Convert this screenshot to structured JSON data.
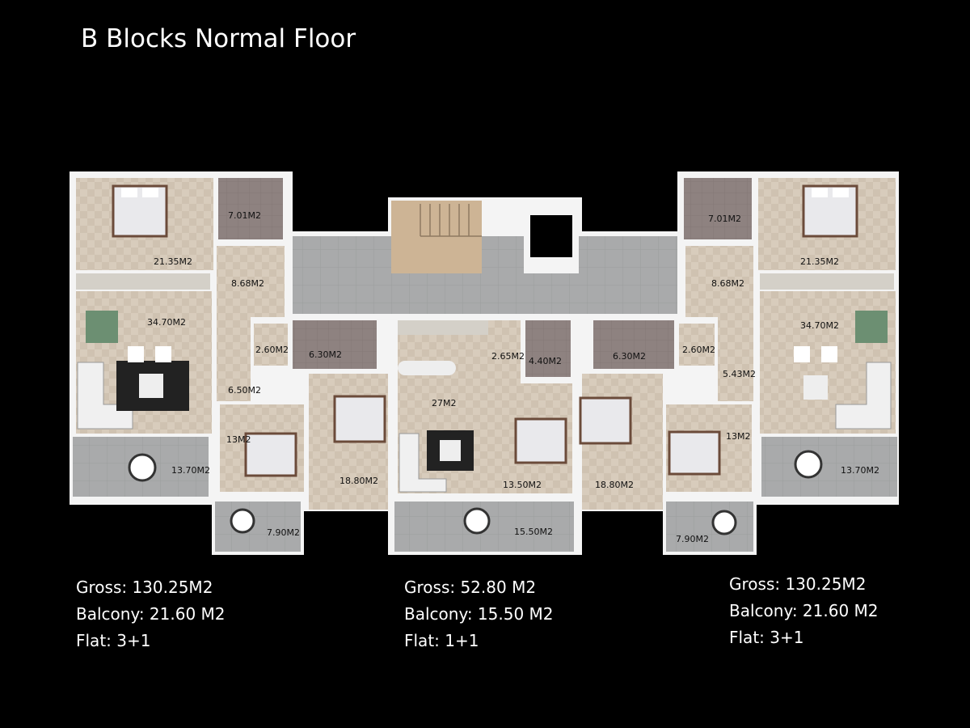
{
  "title": "B Blocks Normal Floor",
  "colors": {
    "background": "#000000",
    "tile_floor": "#d8ccbc",
    "balcony_floor": "#a9aaab",
    "corridor": "#a7a8a9",
    "wet_room": "#8e8280",
    "wall": "#f4f4f4",
    "stairs": "#cdb495"
  },
  "room_areas": {
    "left_bedroom_top": "21.35M2",
    "left_bath_top": "7.01M2",
    "left_hall": "8.68M2",
    "left_living": "34.70M2",
    "left_wc": "2.60M2",
    "left_bath": "6.30M2",
    "left_corridor": "6.50M2",
    "left_bedroom_small": "13M2",
    "left_bedroom_mid": "18.80M2",
    "left_balcony_main": "13.70M2",
    "left_balcony_small": "7.90M2",
    "center_kitchen": "2.65M2",
    "center_bath": "4.40M2",
    "center_living": "27M2",
    "center_bedroom": "13.50M2",
    "center_balcony": "15.50M2",
    "right_bath_top": "7.01M2",
    "right_bedroom_top": "21.35M2",
    "right_hall": "8.68M2",
    "right_living": "34.70M2",
    "right_bath": "6.30M2",
    "right_wc": "2.60M2",
    "right_corridor": "5.43M2",
    "right_bedroom_mid": "18.80M2",
    "right_bedroom_small": "13M2",
    "right_balcony_main": "13.70M2",
    "right_balcony_small": "7.90M2"
  },
  "units": [
    {
      "gross": "Gross: 130.25M2",
      "balcony": "Balcony: 21.60 M2",
      "flat": "Flat: 3+1"
    },
    {
      "gross": "Gross: 52.80 M2",
      "balcony": "Balcony: 15.50 M2",
      "flat": "Flat: 1+1"
    },
    {
      "gross": "Gross: 130.25M2",
      "balcony": "Balcony: 21.60 M2",
      "flat": "Flat: 3+1"
    }
  ]
}
